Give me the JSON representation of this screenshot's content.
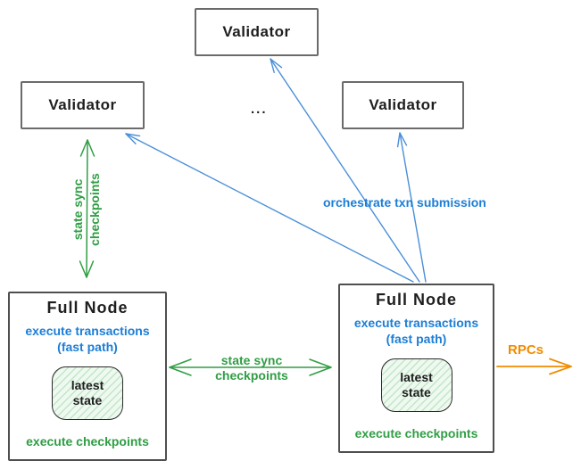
{
  "colors": {
    "text": "#1e1e1e",
    "blue-text": "#1c7ed6",
    "blue-arrow": "#4a8fd9",
    "green": "#2f9e44",
    "orange": "#f08c00",
    "validator-border": "#6b6b6b",
    "fullnode-border": "#4f4f4f",
    "state-fill": "#eef9ef"
  },
  "validators": {
    "top": {
      "label": "Validator"
    },
    "left": {
      "label": "Validator"
    },
    "right": {
      "label": "Validator"
    },
    "ellipsis": "..."
  },
  "full_nodes": {
    "left": {
      "title": "Full Node",
      "exec_transactions": "execute transactions",
      "fast_path": "(fast path)",
      "state_line1": "latest",
      "state_line2": "state",
      "exec_checkpoints": "execute checkpoints"
    },
    "right": {
      "title": "Full Node",
      "exec_transactions": "execute transactions",
      "fast_path": "(fast path)",
      "state_line1": "latest",
      "state_line2": "state",
      "exec_checkpoints": "execute checkpoints"
    }
  },
  "edges": {
    "validator_sync": {
      "line1": "state sync",
      "line2": "checkpoints"
    },
    "node_sync": {
      "line1": "state sync",
      "line2": "checkpoints"
    },
    "orchestrate": {
      "label": "orchestrate txn submission"
    },
    "rpcs": {
      "label": "RPCs"
    }
  }
}
